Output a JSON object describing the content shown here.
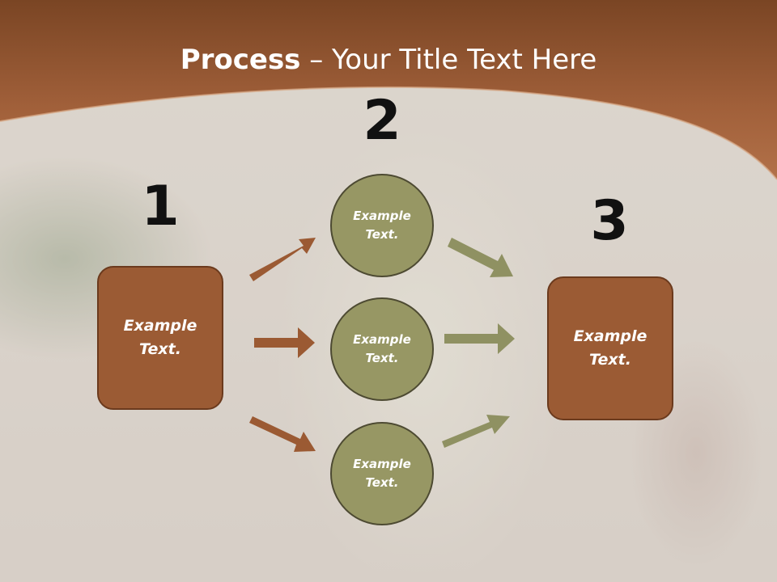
{
  "title": {
    "bold": "Process",
    "rest": " – Your Title Text Here"
  },
  "steps": [
    {
      "number": "1"
    },
    {
      "number": "2"
    },
    {
      "number": "3"
    }
  ],
  "left_box": {
    "text": "Example Text."
  },
  "circles": [
    {
      "text": "Example Text."
    },
    {
      "text": "Example Text."
    },
    {
      "text": "Example Text."
    }
  ],
  "right_box": {
    "text": "Example Text."
  },
  "colors": {
    "header": "#9b5a33",
    "box_fill": "#9b5b34",
    "circle_fill": "#979764",
    "arrow_brown": "#9b5a33",
    "arrow_olive": "#8f9162"
  }
}
